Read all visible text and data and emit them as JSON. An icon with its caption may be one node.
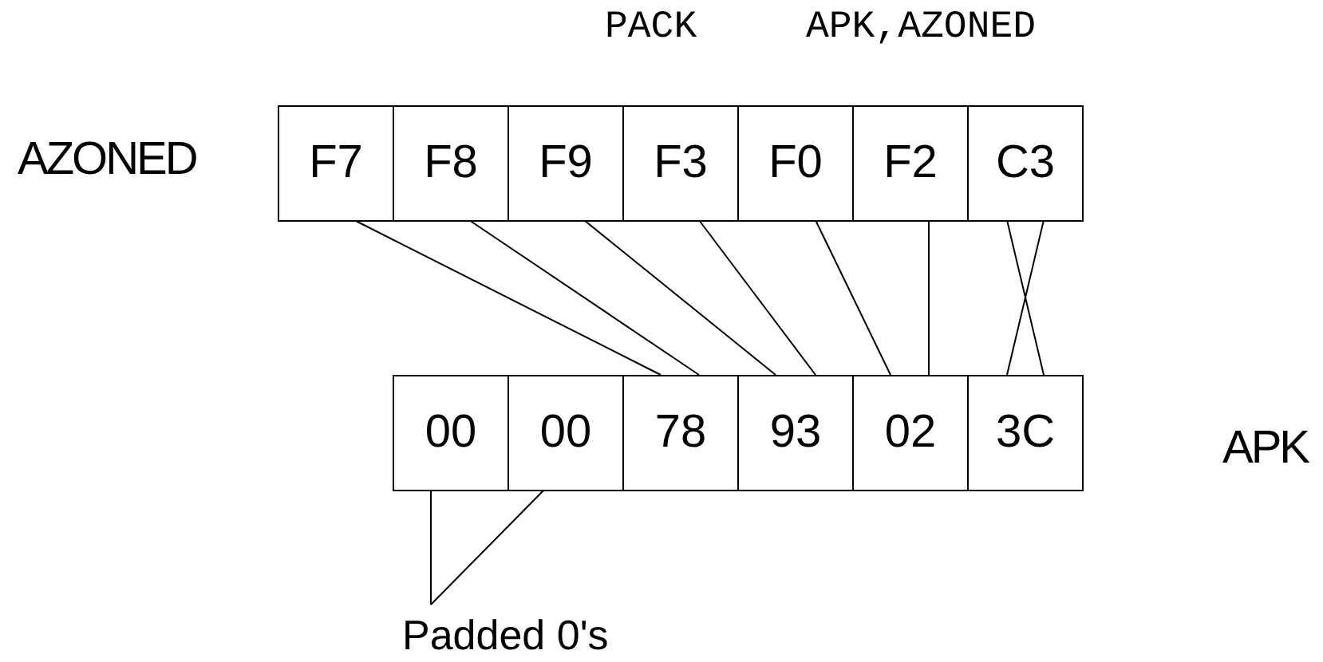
{
  "diagram": {
    "nodes": [
      {
        "text": [
          "F7"
        ]
      },
      {
        "text": [
          "F8"
        ]
      },
      {
        "text": [
          "F9"
        ]
      },
      {
        "text": [
          "F3"
        ]
      },
      {
        "text": [
          "F0"
        ]
      },
      {
        "text": [
          "F2"
        ]
      },
      {
        "text": [
          "C3"
        ]
      },
      {
        "text": [
          "00"
        ]
      },
      {
        "text": [
          "00"
        ]
      },
      {
        "text": [
          "78"
        ]
      },
      {
        "text": [
          "93"
        ]
      },
      {
        "text": [
          "02"
        ]
      },
      {
        "text": [
          "3C"
        ]
      },
      {
        "text": [
          "Padded 0's"
        ]
      }
    ],
    "edges": [
      {
        "from": 0,
        "to": 9,
        "arrow": "none"
      },
      {
        "from": 1,
        "to": 9,
        "arrow": "none"
      },
      {
        "from": 2,
        "to": 10,
        "arrow": "none"
      },
      {
        "from": 3,
        "to": 10,
        "arrow": "none"
      },
      {
        "from": 4,
        "to": 11,
        "arrow": "none"
      },
      {
        "from": 5,
        "to": 11,
        "arrow": "none"
      },
      {
        "from": 6,
        "to": 12,
        "arrow": "none"
      },
      {
        "from": 6,
        "to": 12,
        "arrow": "none"
      },
      {
        "from": 13,
        "to": 7,
        "arrow": "none"
      },
      {
        "from": 13,
        "to": 8,
        "arrow": "none"
      }
    ],
    "labels": [
      "PACK",
      "APK,AZONED",
      "AZONED",
      "APK"
    ]
  }
}
